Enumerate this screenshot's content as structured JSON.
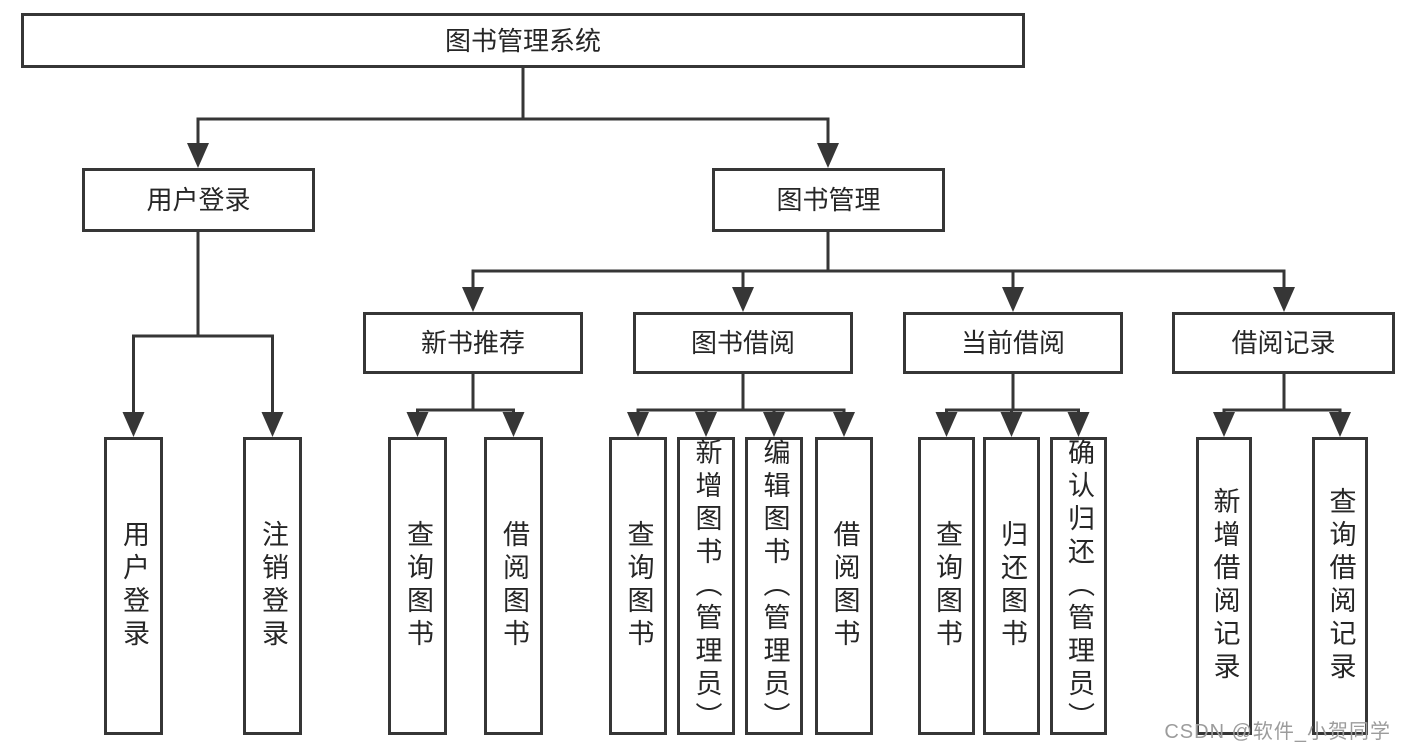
{
  "diagram": {
    "root_label": "图书管理系统",
    "branches": [
      {
        "label": "用户登录",
        "children": [
          {
            "label": "用户登录"
          },
          {
            "label": "注销登录"
          }
        ]
      },
      {
        "label": "图书管理",
        "children": [
          {
            "label": "新书推荐",
            "children": [
              {
                "label": "查询图书"
              },
              {
                "label": "借阅图书"
              }
            ]
          },
          {
            "label": "图书借阅",
            "children": [
              {
                "label": "查询图书"
              },
              {
                "label": "新增图书（管理员）"
              },
              {
                "label": "编辑图书（管理员）"
              },
              {
                "label": "借阅图书"
              }
            ]
          },
          {
            "label": "当前借阅",
            "children": [
              {
                "label": "查询图书"
              },
              {
                "label": "归还图书"
              },
              {
                "label": "确认归还（管理员）"
              }
            ]
          },
          {
            "label": "借阅记录",
            "children": [
              {
                "label": "新增借阅记录"
              },
              {
                "label": "查询借阅记录"
              }
            ]
          }
        ]
      }
    ],
    "watermark": "CSDN @软件_小贺同学",
    "colors": {
      "line": "#363636",
      "box_border": "#363636",
      "text": "#262626",
      "watermark": "#9c9c9c",
      "background": "#ffffff"
    }
  }
}
